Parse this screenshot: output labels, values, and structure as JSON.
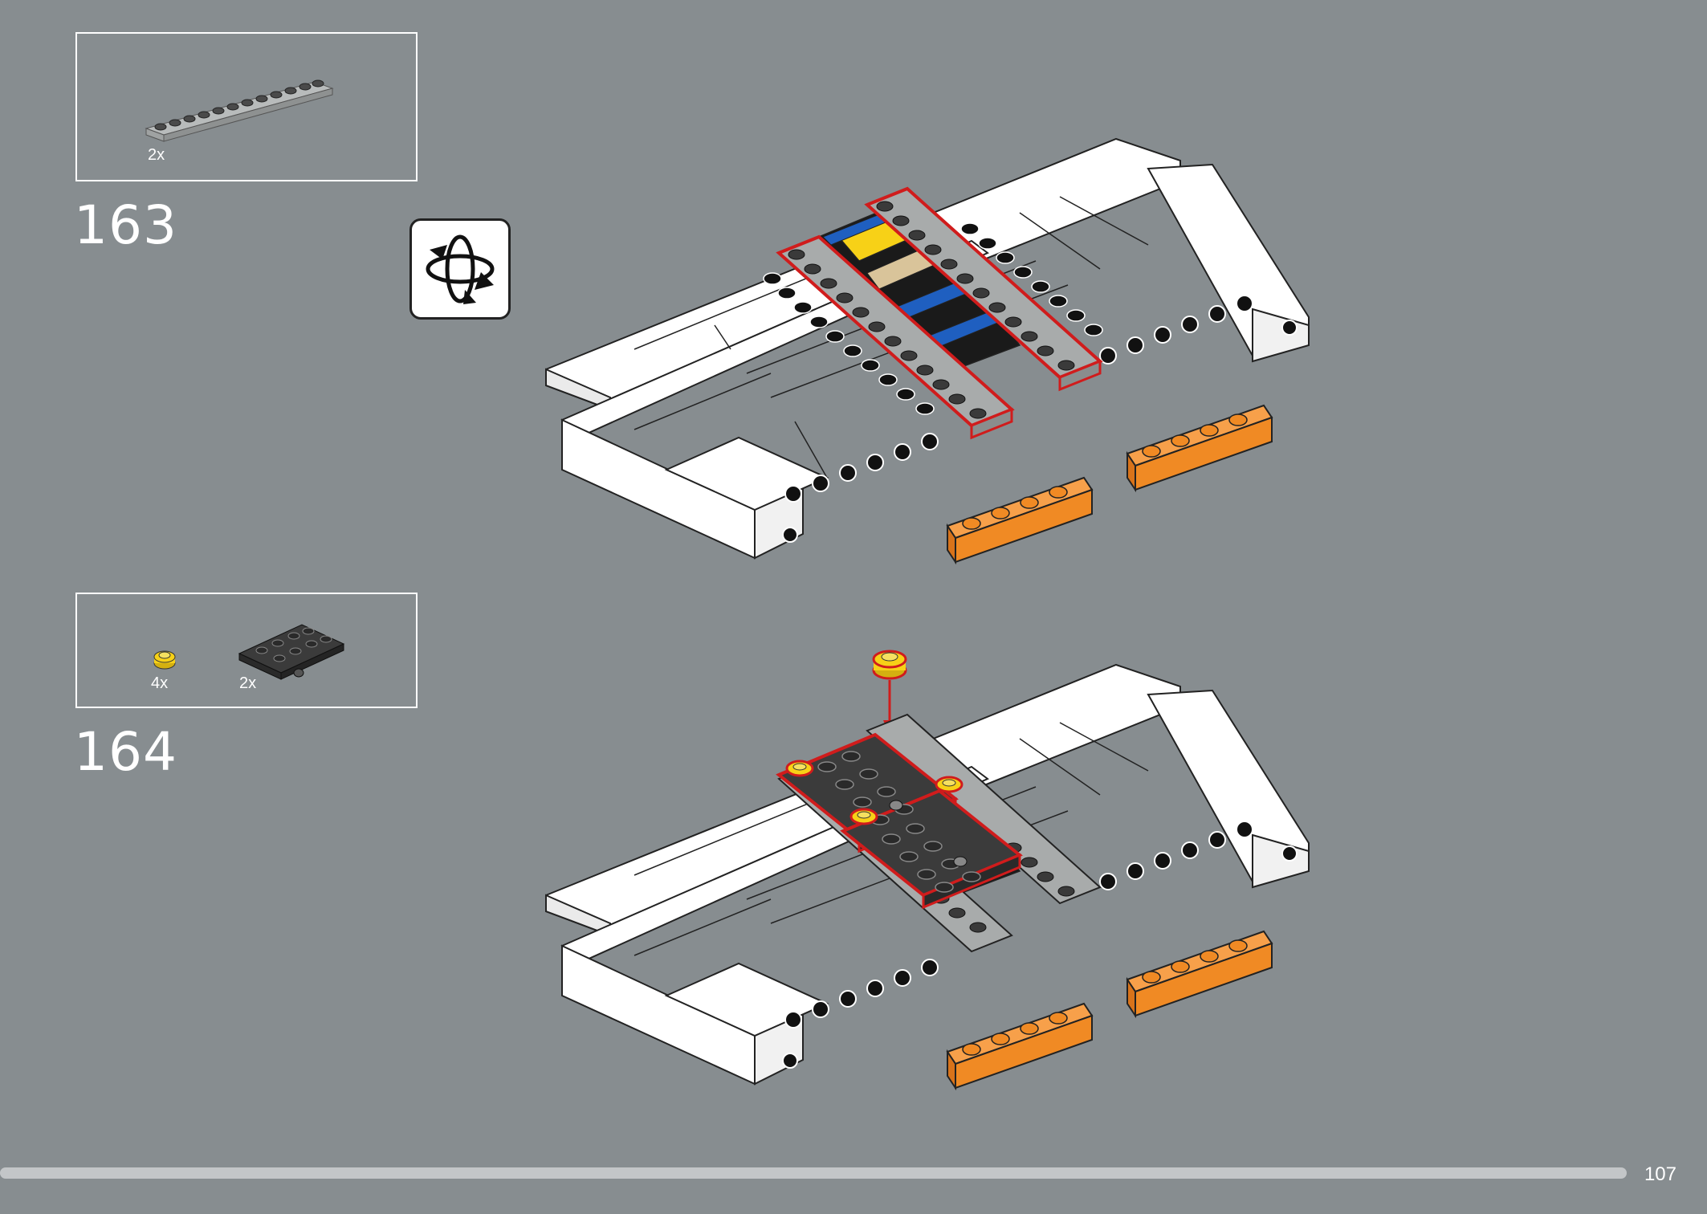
{
  "steps": [
    {
      "number": "163",
      "parts": [
        {
          "quantity": "2x",
          "part": "light-gray-plate-1x12"
        }
      ]
    },
    {
      "number": "164",
      "parts": [
        {
          "quantity": "4x",
          "part": "yellow-round-plate-1x1"
        },
        {
          "quantity": "2x",
          "part": "dark-gray-plate-2x4-with-pin-hole"
        }
      ]
    }
  ],
  "rotate_indicator": "rotate-model-icon",
  "page_number": "107",
  "colors": {
    "background": "#878d90",
    "white_brick": "#ffffff",
    "light_gray": "#a8abab",
    "dark_gray": "#3b3b3b",
    "black_stud": "#111111",
    "orange": "#f08a24",
    "yellow": "#f7d117",
    "blue": "#1f5fc0",
    "highlight": "#d01c1c"
  }
}
